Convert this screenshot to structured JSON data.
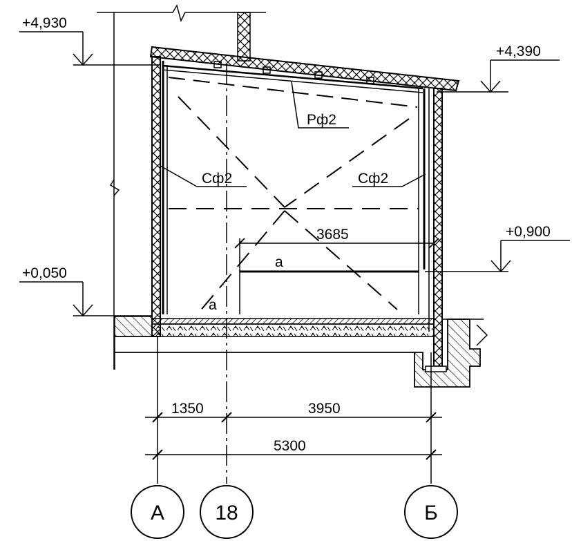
{
  "elevations": {
    "roof_high": "+4,930",
    "roof_low": "+4,390",
    "window_sill": "+0,900",
    "floor": "+0,050"
  },
  "panel_labels": {
    "roof_panel": "Рф2",
    "wall_left": "Сф2",
    "wall_right": "Сф2"
  },
  "opening": {
    "width": "3685",
    "mark_a_top": "а",
    "mark_a_bottom": "а"
  },
  "dimensions": {
    "span_left": "1350",
    "span_right": "3950",
    "total": "5300"
  },
  "axes": {
    "left": "А",
    "middle": "18",
    "right": "Б"
  },
  "colors": {
    "line": "#000000",
    "background": "#ffffff"
  }
}
